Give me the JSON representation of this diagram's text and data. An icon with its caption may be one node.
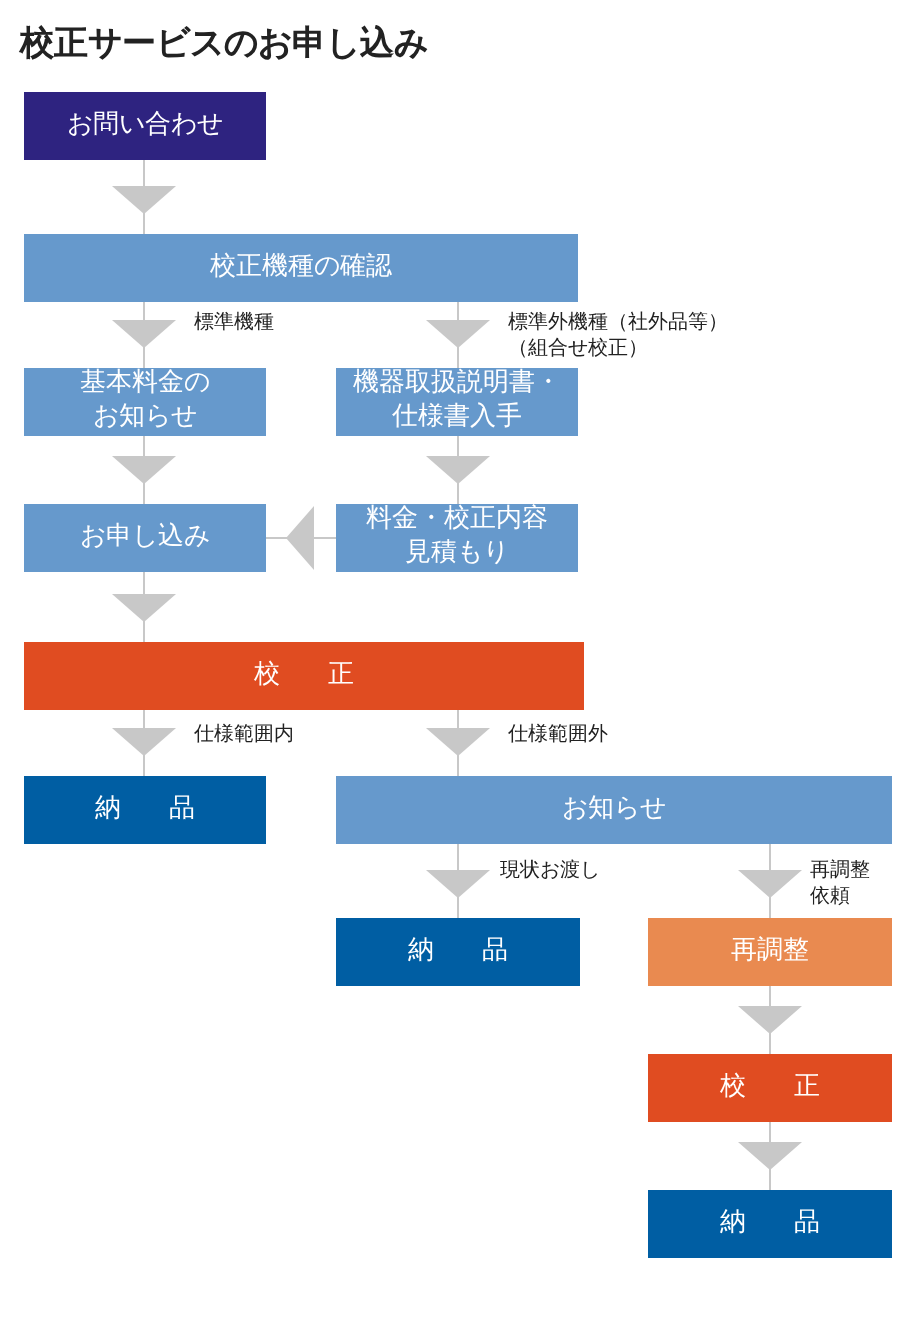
{
  "diagram": {
    "title": "校正サービスのお申し込み",
    "nodes": [
      {
        "text": [
          "お問い合わせ"
        ]
      },
      {
        "text": [
          "校正機種の確認"
        ]
      },
      {
        "text": [
          "基本料金のお知らせ"
        ]
      },
      {
        "text": [
          "機器取扱説明書・仕様書入手"
        ]
      },
      {
        "text": [
          "お申し込み"
        ]
      },
      {
        "text": [
          "料金・校正内容見積もり"
        ]
      },
      {
        "text": [
          "校 正"
        ]
      },
      {
        "text": [
          "納 品"
        ]
      },
      {
        "text": [
          "お知らせ"
        ]
      },
      {
        "text": [
          "納 品"
        ]
      },
      {
        "text": [
          "再調整"
        ]
      },
      {
        "text": [
          "校 正"
        ]
      },
      {
        "text": [
          "納 品"
        ]
      }
    ],
    "edges": [
      {
        "from": 0,
        "to": 1,
        "arrow": "to"
      },
      {
        "from": 1,
        "to": 2,
        "arrow": "to",
        "label": "標準機種"
      },
      {
        "from": 1,
        "to": 3,
        "arrow": "to",
        "label": "標準外機種（社外品等）（組合せ校正）"
      },
      {
        "from": 2,
        "to": 4,
        "arrow": "to"
      },
      {
        "from": 3,
        "to": 5,
        "arrow": "to"
      },
      {
        "from": 5,
        "to": 4,
        "arrow": "to"
      },
      {
        "from": 4,
        "to": 6,
        "arrow": "to"
      },
      {
        "from": 6,
        "to": 7,
        "arrow": "to",
        "label": "仕様範囲内"
      },
      {
        "from": 6,
        "to": 8,
        "arrow": "to",
        "label": "仕様範囲外"
      },
      {
        "from": 8,
        "to": 9,
        "arrow": "to",
        "label": "現状お渡し"
      },
      {
        "from": 8,
        "to": 10,
        "arrow": "to",
        "label": "再調整依頼"
      },
      {
        "from": 10,
        "to": 11,
        "arrow": "to"
      },
      {
        "from": 11,
        "to": 12,
        "arrow": "to"
      }
    ]
  }
}
